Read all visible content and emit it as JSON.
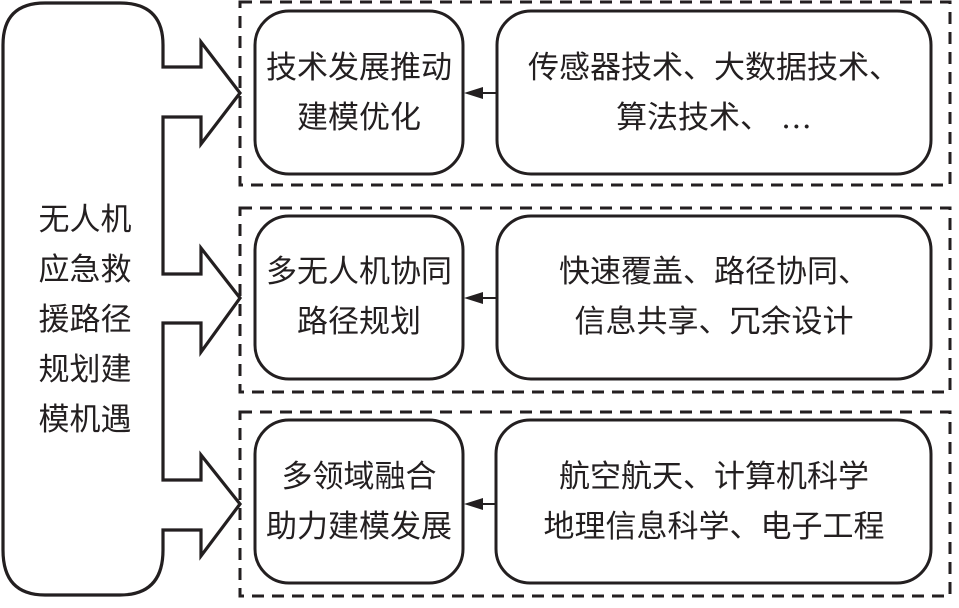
{
  "root": {
    "label": "无人机\n应急救\n援路径\n规划建\n模机遇"
  },
  "groups": [
    {
      "title": "技术发展推动\n建模优化",
      "detail": "传感器技术、大数据技术、\n算法技术、 …"
    },
    {
      "title": "多无人机协同\n路径规划",
      "detail": "快速覆盖、路径协同、\n信息共享、冗余设计"
    },
    {
      "title": "多领域融合\n助力建模发展",
      "detail": "航空航天、计算机科学\n地理信息科学、电子工程"
    }
  ],
  "colors": {
    "stroke": "#231f20",
    "background": "#ffffff"
  }
}
